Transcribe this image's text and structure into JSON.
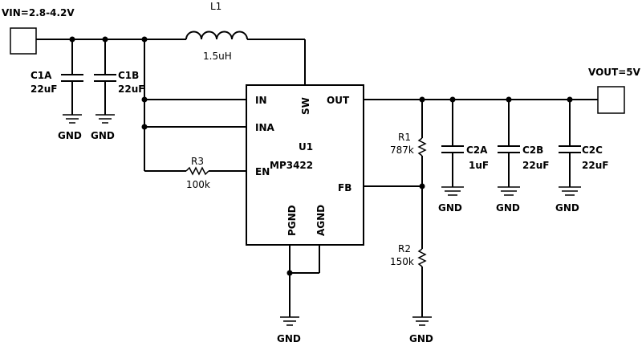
{
  "ports": {
    "vin": "VIN=2.8-4.2V",
    "vout": "VOUT=5V"
  },
  "inductor": {
    "ref": "L1",
    "value": "1.5uH"
  },
  "ic": {
    "ref": "U1",
    "part": "MP3422",
    "pins": {
      "in": "IN",
      "ina": "INA",
      "en": "EN",
      "sw": "SW",
      "out": "OUT",
      "fb": "FB",
      "pgnd": "PGND",
      "agnd": "AGND"
    }
  },
  "capacitors": {
    "c1a": {
      "ref": "C1A",
      "value": "22uF"
    },
    "c1b": {
      "ref": "C1B",
      "value": "22uF"
    },
    "c2a": {
      "ref": "C2A",
      "value": "1uF"
    },
    "c2b": {
      "ref": "C2B",
      "value": "22uF"
    },
    "c2c": {
      "ref": "C2C",
      "value": "22uF"
    }
  },
  "resistors": {
    "r1": {
      "ref": "R1",
      "value": "787k"
    },
    "r2": {
      "ref": "R2",
      "value": "150k"
    },
    "r3": {
      "ref": "R3",
      "value": "100k"
    }
  },
  "ground_label": "GND"
}
